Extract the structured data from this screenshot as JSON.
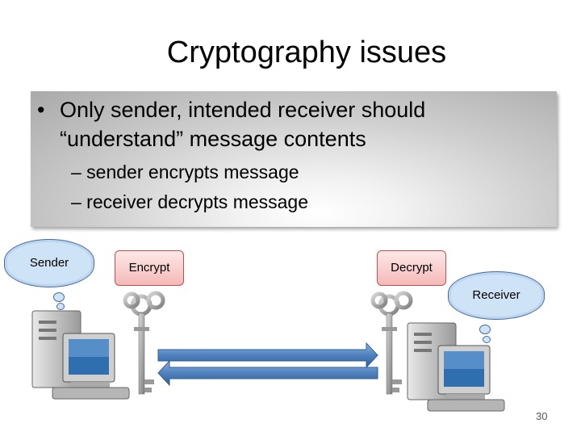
{
  "slide": {
    "title": "Cryptography issues",
    "bullet_symbol": "•",
    "bullet": "Only sender, intended receiver should “understand” message contents",
    "sub_bullets": [
      "– sender encrypts message",
      "– receiver decrypts message"
    ],
    "page_number": "30"
  },
  "diagram": {
    "sender_label": "Sender",
    "receiver_label": "Receiver",
    "encrypt_label": "Encrypt",
    "decrypt_label": "Decrypt",
    "colors": {
      "arrow": "#4f81bd",
      "cloud_fill": "#cfe3f7",
      "box_border": "#c0504d",
      "box_fill": "#f4b9b7"
    },
    "icons": [
      "computer-icon",
      "key-icon",
      "thought-cloud",
      "double-arrow"
    ]
  }
}
